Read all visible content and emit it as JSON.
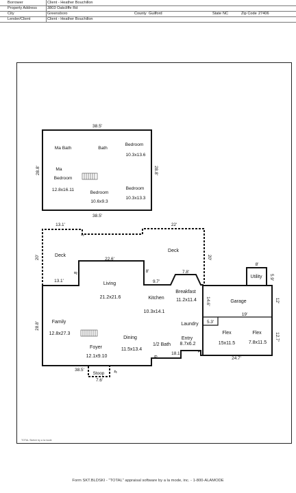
{
  "header": {
    "borrower_label": "Borrower",
    "borrower_value": "Client - Heather Bouchillon",
    "address_label": "Property Address",
    "address_value": "3803 Oakcliffe Rd",
    "city_label": "City",
    "city_value": "Greensboro",
    "county_label": "County",
    "county_value": "Guilford",
    "state_label": "State",
    "state_value": "NC",
    "zip_label": "Zip Code",
    "zip_value": "27406",
    "lender_label": "Lender/Client",
    "lender_value": "Client - Heather Bouchillon"
  },
  "upper_level": {
    "dim_top": "38.5'",
    "dim_bottom": "38.5'",
    "dim_left": "28.8'",
    "dim_right": "28.8'",
    "ma_bath": "Ma Bath",
    "bath": "Bath",
    "bedroom_label": "Bedroom",
    "bedroom_tr_size": "10.3x13.6",
    "ma_label": "Ma",
    "ma_bedroom_size": "12.8x16.11",
    "bedroom_mid_size": "10.6x9.3",
    "bedroom_br_size": "10.3x13.3"
  },
  "main_level": {
    "dim_13_1_top": "13.1'",
    "dim_4_top": "4'",
    "dim_22": "22'",
    "dim_20_left": "20'",
    "dim_20_right": "20'",
    "dim_22_6": "22.6'",
    "dim_8_a": "8'",
    "dim_8_b": "8'",
    "dim_9_7": "9.7'",
    "dim_7_8": "7.8'",
    "dim_13_1": "13.1'",
    "dim_28_8": "28.8'",
    "dim_14_6": "14.6'",
    "dim_12_a": "12'",
    "dim_8_util": "8'",
    "dim_5_9": "5.9'",
    "dim_19": "19'",
    "dim_5_3": "5.3'",
    "dim_12_7": "12.7'",
    "dim_18_1": "18.1'",
    "dim_6": "6'",
    "dim_1": "1'",
    "dim_24_7": "24.7'",
    "dim_38_5": "38.5'",
    "dim_4_stoop": "4'",
    "dim_7_6": "7.6'",
    "deck": "Deck",
    "living": "Living",
    "living_size": "21.2x21.6",
    "kitchen": "Kitchen",
    "kitchen_size": "10.3x14.1",
    "breakfast": "Breakfast",
    "breakfast_size": "11.2x11.4",
    "utility": "Utility",
    "garage": "Garage",
    "laundry": "Laundry",
    "family": "Family",
    "family_size": "12.8x27.3",
    "dining": "Dining",
    "dining_size": "11.5x13.4",
    "foyer": "Foyer",
    "foyer_size": "12.1x9.10",
    "half_bath": "1/2 Bath",
    "entry": "Entry",
    "entry_size": "8.7x6.2",
    "flex": "Flex",
    "flex1_size": "15x11.5",
    "flex2_size": "7.8x11.5",
    "stoop": "Stoop"
  },
  "note": "TOTAL Sketch by a la mode",
  "footer": "Form SKT.BLDSKI - \"TOTAL\" appraisal software by a la mode, inc. - 1-800-ALAMODE"
}
